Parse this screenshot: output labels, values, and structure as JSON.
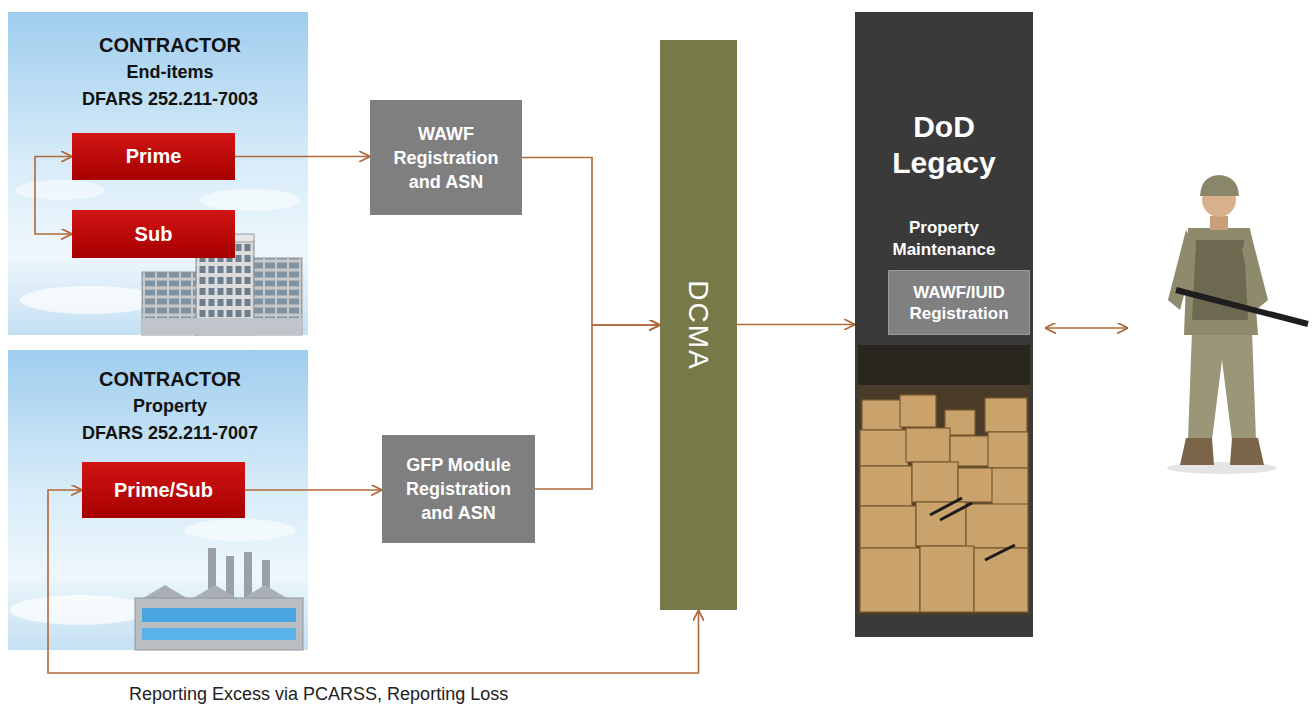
{
  "diagram": {
    "nodes": [
      {
        "text": [
          "CONTRACTOR",
          "End-items",
          "DFARS 252.211-7003"
        ]
      },
      {
        "text": [
          "Prime"
        ],
        "in": 0
      },
      {
        "text": [
          "Sub"
        ],
        "in": 0
      },
      {
        "text": [
          "CONTRACTOR",
          "Property",
          "DFARS 252.211-7007"
        ]
      },
      {
        "text": [
          "Prime/Sub"
        ],
        "in": 3
      },
      {
        "text": [
          "WAWF Registration and ASN"
        ]
      },
      {
        "text": [
          "GFP Module Registration and ASN"
        ]
      },
      {
        "text": [
          "DCMA"
        ]
      },
      {
        "text": [
          "DoD Legacy",
          "Property Maintenance"
        ]
      },
      {
        "text": [
          "WAWF/IUID Registration"
        ],
        "in": 8
      }
    ],
    "edges": [
      {
        "from": 1,
        "to": 2,
        "arrow": "both"
      },
      {
        "from": 1,
        "to": 5,
        "arrow": "to"
      },
      {
        "from": 5,
        "to": 7,
        "arrow": "to"
      },
      {
        "from": 4,
        "to": 6,
        "arrow": "to"
      },
      {
        "from": 6,
        "to": 7,
        "arrow": "to"
      },
      {
        "from": 7,
        "to": 8,
        "arrow": "to"
      },
      {
        "from": 4,
        "to": 7,
        "arrow": "both",
        "label": "Reporting Excess via PCARSS, Reporting Loss"
      }
    ]
  }
}
